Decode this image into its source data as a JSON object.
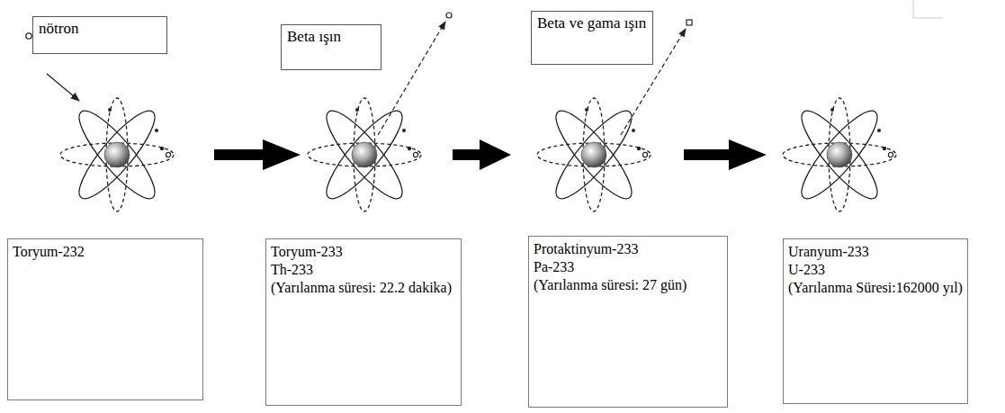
{
  "diagram": {
    "nodes": [
      {
        "text": [
          "nötron"
        ]
      },
      {
        "text": [
          "Toryum-232"
        ]
      },
      {
        "text": [
          "Beta ışın"
        ]
      },
      {
        "text": [
          "Toryum-233",
          "Th-233",
          "(Yarılanma süresi: 22.2 dakika)"
        ]
      },
      {
        "text": [
          "Beta ve gama ışın"
        ]
      },
      {
        "text": [
          "Protaktinyum-233",
          "Pa-233",
          "(Yarılanma süresi: 27 gün)"
        ]
      },
      {
        "text": [
          "Uranyum-233",
          "U-233",
          "(Yarılanma Süresi:162000 yıl)"
        ]
      }
    ]
  }
}
